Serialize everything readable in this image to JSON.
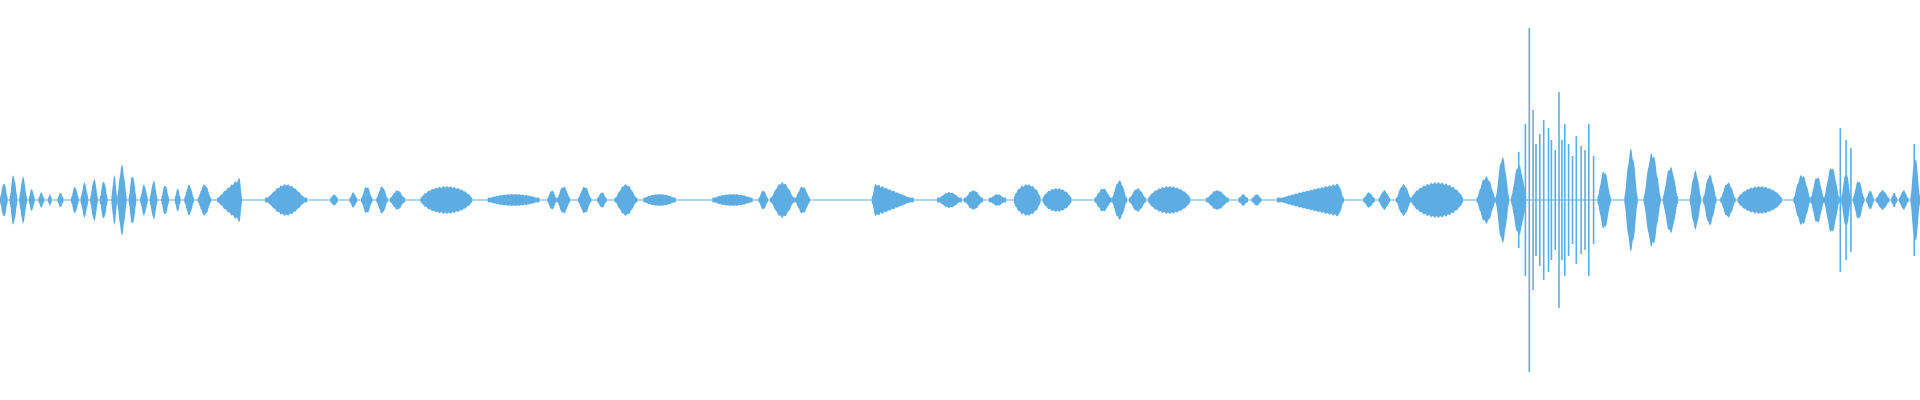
{
  "waveform": {
    "color": "#5DADE2",
    "background": "#FFFFFF",
    "baseline_amplitude": 0.012,
    "segments": [
      {
        "start": 0.0,
        "end": 0.004,
        "peak": 0.09,
        "shape": "blob"
      },
      {
        "start": 0.005,
        "end": 0.009,
        "peak": 0.13,
        "shape": "blob"
      },
      {
        "start": 0.01,
        "end": 0.014,
        "peak": 0.12,
        "shape": "blob"
      },
      {
        "start": 0.015,
        "end": 0.018,
        "peak": 0.06,
        "shape": "blob"
      },
      {
        "start": 0.02,
        "end": 0.023,
        "peak": 0.04,
        "shape": "blob"
      },
      {
        "start": 0.025,
        "end": 0.027,
        "peak": 0.03,
        "shape": "blob"
      },
      {
        "start": 0.03,
        "end": 0.033,
        "peak": 0.04,
        "shape": "blob"
      },
      {
        "start": 0.037,
        "end": 0.041,
        "peak": 0.07,
        "shape": "blob"
      },
      {
        "start": 0.042,
        "end": 0.046,
        "peak": 0.09,
        "shape": "blob"
      },
      {
        "start": 0.047,
        "end": 0.051,
        "peak": 0.11,
        "shape": "blob"
      },
      {
        "start": 0.052,
        "end": 0.056,
        "peak": 0.1,
        "shape": "blob"
      },
      {
        "start": 0.058,
        "end": 0.061,
        "peak": 0.13,
        "shape": "blob"
      },
      {
        "start": 0.061,
        "end": 0.066,
        "peak": 0.18,
        "shape": "blob"
      },
      {
        "start": 0.067,
        "end": 0.071,
        "peak": 0.13,
        "shape": "blob"
      },
      {
        "start": 0.073,
        "end": 0.077,
        "peak": 0.08,
        "shape": "blob"
      },
      {
        "start": 0.078,
        "end": 0.082,
        "peak": 0.1,
        "shape": "blob"
      },
      {
        "start": 0.084,
        "end": 0.088,
        "peak": 0.08,
        "shape": "blob"
      },
      {
        "start": 0.091,
        "end": 0.094,
        "peak": 0.06,
        "shape": "blob"
      },
      {
        "start": 0.096,
        "end": 0.101,
        "peak": 0.08,
        "shape": "blob"
      },
      {
        "start": 0.103,
        "end": 0.11,
        "peak": 0.08,
        "shape": "blob"
      },
      {
        "start": 0.113,
        "end": 0.126,
        "peak": 0.12,
        "shape": "ramp"
      },
      {
        "start": 0.138,
        "end": 0.16,
        "peak": 0.08,
        "shape": "blob"
      },
      {
        "start": 0.172,
        "end": 0.176,
        "peak": 0.03,
        "shape": "blob"
      },
      {
        "start": 0.182,
        "end": 0.186,
        "peak": 0.04,
        "shape": "blob"
      },
      {
        "start": 0.188,
        "end": 0.194,
        "peak": 0.07,
        "shape": "blob"
      },
      {
        "start": 0.196,
        "end": 0.202,
        "peak": 0.07,
        "shape": "blob"
      },
      {
        "start": 0.203,
        "end": 0.211,
        "peak": 0.05,
        "shape": "blob"
      },
      {
        "start": 0.219,
        "end": 0.246,
        "peak": 0.07,
        "shape": "wide"
      },
      {
        "start": 0.254,
        "end": 0.281,
        "peak": 0.03,
        "shape": "wide"
      },
      {
        "start": 0.285,
        "end": 0.29,
        "peak": 0.05,
        "shape": "blob"
      },
      {
        "start": 0.29,
        "end": 0.297,
        "peak": 0.07,
        "shape": "blob"
      },
      {
        "start": 0.301,
        "end": 0.308,
        "peak": 0.07,
        "shape": "blob"
      },
      {
        "start": 0.311,
        "end": 0.316,
        "peak": 0.04,
        "shape": "blob"
      },
      {
        "start": 0.32,
        "end": 0.332,
        "peak": 0.08,
        "shape": "blob"
      },
      {
        "start": 0.335,
        "end": 0.352,
        "peak": 0.03,
        "shape": "wide"
      },
      {
        "start": 0.371,
        "end": 0.392,
        "peak": 0.03,
        "shape": "wide"
      },
      {
        "start": 0.395,
        "end": 0.4,
        "peak": 0.05,
        "shape": "blob"
      },
      {
        "start": 0.401,
        "end": 0.414,
        "peak": 0.09,
        "shape": "blob"
      },
      {
        "start": 0.414,
        "end": 0.422,
        "peak": 0.07,
        "shape": "blob"
      },
      {
        "start": 0.454,
        "end": 0.476,
        "peak": 0.09,
        "shape": "rampdown"
      },
      {
        "start": 0.488,
        "end": 0.501,
        "peak": 0.04,
        "shape": "blob"
      },
      {
        "start": 0.502,
        "end": 0.512,
        "peak": 0.05,
        "shape": "blob"
      },
      {
        "start": 0.515,
        "end": 0.524,
        "peak": 0.03,
        "shape": "blob"
      },
      {
        "start": 0.528,
        "end": 0.542,
        "peak": 0.08,
        "shape": "wide"
      },
      {
        "start": 0.543,
        "end": 0.558,
        "peak": 0.06,
        "shape": "wide"
      },
      {
        "start": 0.57,
        "end": 0.579,
        "peak": 0.06,
        "shape": "blob"
      },
      {
        "start": 0.579,
        "end": 0.587,
        "peak": 0.1,
        "shape": "blob"
      },
      {
        "start": 0.588,
        "end": 0.597,
        "peak": 0.06,
        "shape": "blob"
      },
      {
        "start": 0.598,
        "end": 0.62,
        "peak": 0.07,
        "shape": "wide"
      },
      {
        "start": 0.628,
        "end": 0.64,
        "peak": 0.05,
        "shape": "blob"
      },
      {
        "start": 0.645,
        "end": 0.65,
        "peak": 0.03,
        "shape": "blob"
      },
      {
        "start": 0.652,
        "end": 0.657,
        "peak": 0.03,
        "shape": "blob"
      },
      {
        "start": 0.665,
        "end": 0.7,
        "peak": 0.09,
        "shape": "ramp"
      },
      {
        "start": 0.71,
        "end": 0.716,
        "peak": 0.04,
        "shape": "blob"
      },
      {
        "start": 0.718,
        "end": 0.724,
        "peak": 0.05,
        "shape": "blob"
      },
      {
        "start": 0.727,
        "end": 0.735,
        "peak": 0.08,
        "shape": "blob"
      },
      {
        "start": 0.735,
        "end": 0.762,
        "peak": 0.09,
        "shape": "wide"
      },
      {
        "start": 0.769,
        "end": 0.779,
        "peak": 0.12,
        "shape": "blob"
      },
      {
        "start": 0.779,
        "end": 0.786,
        "peak": 0.22,
        "shape": "blob"
      },
      {
        "start": 0.787,
        "end": 0.795,
        "peak": 0.18,
        "shape": "blob"
      }
    ],
    "spikes": [
      {
        "x": 0.791,
        "amp": 0.24
      },
      {
        "x": 0.7945,
        "amp": 0.38
      },
      {
        "x": 0.7965,
        "amp": 0.86
      },
      {
        "x": 0.7985,
        "amp": 0.45
      },
      {
        "x": 0.8,
        "amp": 0.28
      },
      {
        "x": 0.802,
        "amp": 0.33
      },
      {
        "x": 0.804,
        "amp": 0.4
      },
      {
        "x": 0.8065,
        "amp": 0.36
      },
      {
        "x": 0.808,
        "amp": 0.3
      },
      {
        "x": 0.81,
        "amp": 0.25
      },
      {
        "x": 0.812,
        "amp": 0.54
      },
      {
        "x": 0.8135,
        "amp": 0.3
      },
      {
        "x": 0.815,
        "amp": 0.38
      },
      {
        "x": 0.817,
        "amp": 0.28
      },
      {
        "x": 0.819,
        "amp": 0.22
      },
      {
        "x": 0.821,
        "amp": 0.32
      },
      {
        "x": 0.8235,
        "amp": 0.27
      },
      {
        "x": 0.8255,
        "amp": 0.25
      },
      {
        "x": 0.8275,
        "amp": 0.38
      },
      {
        "x": 0.83,
        "amp": 0.22
      }
    ],
    "segments_tail": [
      {
        "start": 0.832,
        "end": 0.839,
        "peak": 0.15,
        "shape": "blob"
      },
      {
        "start": 0.846,
        "end": 0.853,
        "peak": 0.26,
        "shape": "blob"
      },
      {
        "start": 0.856,
        "end": 0.865,
        "peak": 0.24,
        "shape": "blob"
      },
      {
        "start": 0.866,
        "end": 0.874,
        "peak": 0.17,
        "shape": "blob"
      },
      {
        "start": 0.88,
        "end": 0.886,
        "peak": 0.15,
        "shape": "blob"
      },
      {
        "start": 0.887,
        "end": 0.894,
        "peak": 0.13,
        "shape": "blob"
      },
      {
        "start": 0.896,
        "end": 0.904,
        "peak": 0.09,
        "shape": "blob"
      },
      {
        "start": 0.905,
        "end": 0.928,
        "peak": 0.07,
        "shape": "wide"
      },
      {
        "start": 0.934,
        "end": 0.943,
        "peak": 0.13,
        "shape": "blob"
      },
      {
        "start": 0.943,
        "end": 0.95,
        "peak": 0.12,
        "shape": "blob"
      },
      {
        "start": 0.95,
        "end": 0.958,
        "peak": 0.17,
        "shape": "blob"
      },
      {
        "start": 0.959,
        "end": 0.964,
        "peak": 0.14,
        "shape": "blob"
      },
      {
        "start": 0.965,
        "end": 0.971,
        "peak": 0.1,
        "shape": "blob"
      },
      {
        "start": 0.972,
        "end": 0.976,
        "peak": 0.05,
        "shape": "blob"
      },
      {
        "start": 0.977,
        "end": 0.984,
        "peak": 0.05,
        "shape": "blob"
      },
      {
        "start": 0.985,
        "end": 0.988,
        "peak": 0.04,
        "shape": "blob"
      },
      {
        "start": 0.989,
        "end": 0.994,
        "peak": 0.05,
        "shape": "blob"
      },
      {
        "start": 0.995,
        "end": 1.0,
        "peak": 0.22,
        "shape": "blob"
      }
    ],
    "spikes_tail": [
      {
        "x": 0.9585,
        "amp": 0.36
      },
      {
        "x": 0.9615,
        "amp": 0.3
      },
      {
        "x": 0.964,
        "amp": 0.26
      },
      {
        "x": 0.997,
        "amp": 0.28
      }
    ]
  }
}
